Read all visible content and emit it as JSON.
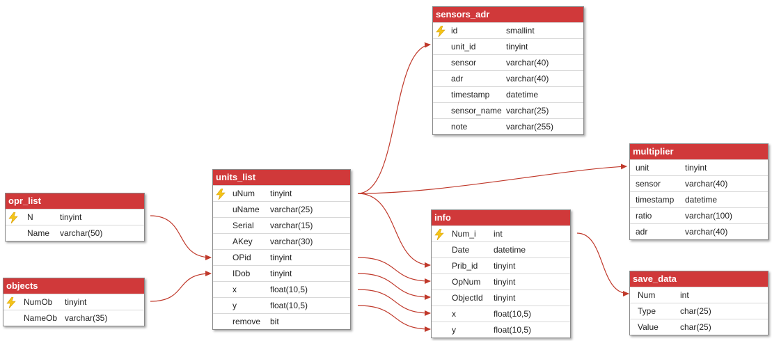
{
  "tables": {
    "sensors_adr": {
      "title": "sensors_adr",
      "rows": [
        {
          "name": "id",
          "type": "smallint"
        },
        {
          "name": "unit_id",
          "type": "tinyint"
        },
        {
          "name": "sensor",
          "type": "varchar(40)"
        },
        {
          "name": "adr",
          "type": "varchar(40)"
        },
        {
          "name": "timestamp",
          "type": "datetime"
        },
        {
          "name": "sensor_name",
          "type": "varchar(25)"
        },
        {
          "name": "note",
          "type": "varchar(255)"
        }
      ]
    },
    "multiplier": {
      "title": "multiplier",
      "rows": [
        {
          "name": "unit",
          "type": "tinyint"
        },
        {
          "name": "sensor",
          "type": "varchar(40)"
        },
        {
          "name": "timestamp",
          "type": "datetime"
        },
        {
          "name": "ratio",
          "type": "varchar(100)"
        },
        {
          "name": "adr",
          "type": "varchar(40)"
        }
      ]
    },
    "opr_list": {
      "title": "opr_list",
      "rows": [
        {
          "name": "N",
          "type": "tinyint"
        },
        {
          "name": "Name",
          "type": "varchar(50)"
        }
      ]
    },
    "objects": {
      "title": "objects",
      "rows": [
        {
          "name": "NumOb",
          "type": "tinyint"
        },
        {
          "name": "NameOb",
          "type": "varchar(35)"
        }
      ]
    },
    "units_list": {
      "title": "units_list",
      "rows": [
        {
          "name": "uNum",
          "type": "tinyint"
        },
        {
          "name": "uName",
          "type": "varchar(25)"
        },
        {
          "name": "Serial",
          "type": "varchar(15)"
        },
        {
          "name": "AKey",
          "type": "varchar(30)"
        },
        {
          "name": "OPid",
          "type": "tinyint"
        },
        {
          "name": "IDob",
          "type": "tinyint"
        },
        {
          "name": "x",
          "type": "float(10,5)"
        },
        {
          "name": "y",
          "type": "float(10,5)"
        },
        {
          "name": "remove",
          "type": "bit"
        }
      ]
    },
    "info": {
      "title": "info",
      "rows": [
        {
          "name": "Num_i",
          "type": "int"
        },
        {
          "name": "Date",
          "type": "datetime"
        },
        {
          "name": "Prib_id",
          "type": "tinyint"
        },
        {
          "name": "OpNum",
          "type": "tinyint"
        },
        {
          "name": "ObjectId",
          "type": "tinyint"
        },
        {
          "name": "x",
          "type": "float(10,5)"
        },
        {
          "name": "y",
          "type": "float(10,5)"
        }
      ]
    },
    "save_data": {
      "title": "save_data",
      "rows": [
        {
          "name": "Num",
          "type": "int"
        },
        {
          "name": "Type",
          "type": "char(25)"
        },
        {
          "name": "Value",
          "type": "char(25)"
        }
      ]
    }
  },
  "colors": {
    "header": "#d0393a",
    "link": "#c0392b",
    "key_icon": "#f5c518"
  }
}
